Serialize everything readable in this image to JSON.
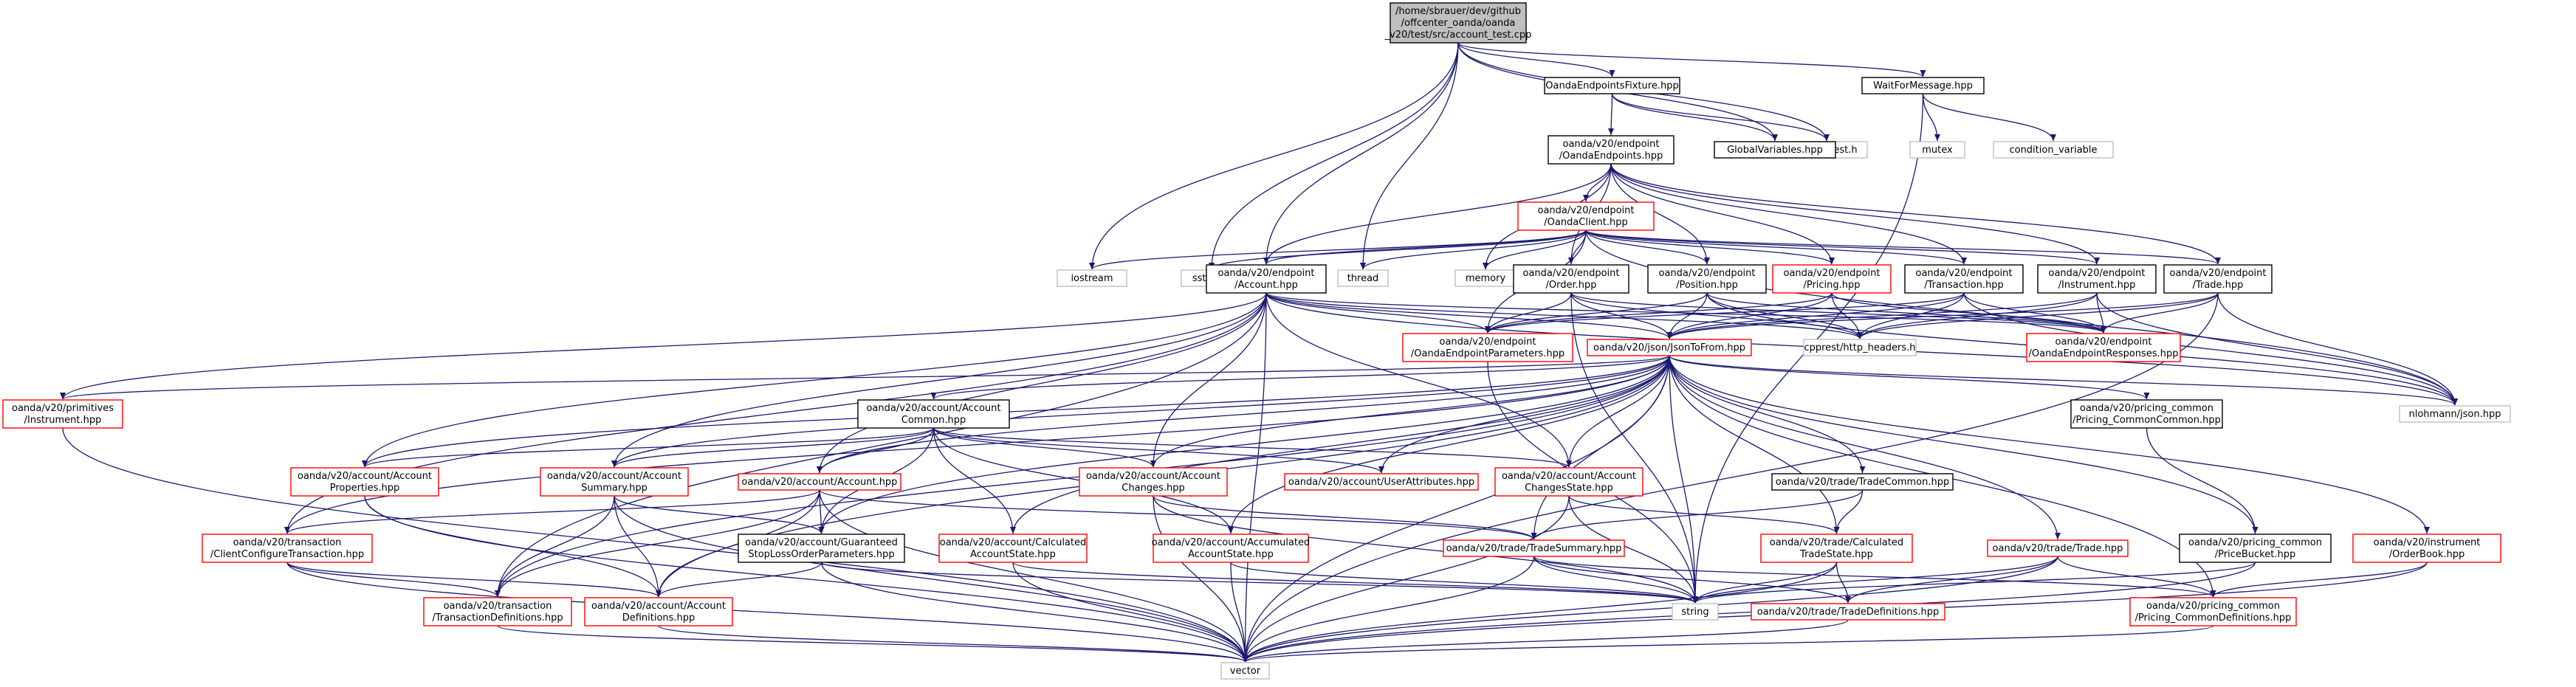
{
  "colors": {
    "edge": "#191970",
    "root_fill": "#bfbfbf",
    "root_border": "#000000",
    "normal_border": "#000000",
    "red_border": "#ff0000",
    "external_border": "#bfbfbf",
    "background": "#ffffff"
  },
  "nodes": [
    {
      "id": "root",
      "lines": [
        "/home/sbrauer/dev/github",
        "/offcenter_oanda/oanda",
        "_v20/test/src/account_test.cpp"
      ],
      "style": "root"
    },
    {
      "id": "fixture",
      "lines": [
        "OandaEndpointsFixture.hpp"
      ],
      "style": "normal"
    },
    {
      "id": "waitfor",
      "lines": [
        "WaitForMessage.hpp"
      ],
      "style": "normal"
    },
    {
      "id": "gtest",
      "lines": [
        "gtest/gtest.h"
      ],
      "style": "external"
    },
    {
      "id": "mutex",
      "lines": [
        "mutex"
      ],
      "style": "external"
    },
    {
      "id": "condvar",
      "lines": [
        "condition_variable"
      ],
      "style": "external"
    },
    {
      "id": "globalvars",
      "lines": [
        "GlobalVariables.hpp"
      ],
      "style": "normal"
    },
    {
      "id": "endpoints",
      "lines": [
        "oanda/v20/endpoint",
        "/OandaEndpoints.hpp"
      ],
      "style": "normal"
    },
    {
      "id": "client",
      "lines": [
        "oanda/v20/endpoint",
        "/OandaClient.hpp"
      ],
      "style": "red"
    },
    {
      "id": "iostream",
      "lines": [
        "iostream"
      ],
      "style": "external"
    },
    {
      "id": "sstream",
      "lines": [
        "sstream"
      ],
      "style": "external"
    },
    {
      "id": "ep_account",
      "lines": [
        "oanda/v20/endpoint",
        "/Account.hpp"
      ],
      "style": "normal"
    },
    {
      "id": "thread",
      "lines": [
        "thread"
      ],
      "style": "external"
    },
    {
      "id": "memory",
      "lines": [
        "memory"
      ],
      "style": "external"
    },
    {
      "id": "ep_order",
      "lines": [
        "oanda/v20/endpoint",
        "/Order.hpp"
      ],
      "style": "normal"
    },
    {
      "id": "ep_position",
      "lines": [
        "oanda/v20/endpoint",
        "/Position.hpp"
      ],
      "style": "normal"
    },
    {
      "id": "ep_pricing",
      "lines": [
        "oanda/v20/endpoint",
        "/Pricing.hpp"
      ],
      "style": "red"
    },
    {
      "id": "ep_transaction",
      "lines": [
        "oanda/v20/endpoint",
        "/Transaction.hpp"
      ],
      "style": "normal"
    },
    {
      "id": "ep_instrument",
      "lines": [
        "oanda/v20/endpoint",
        "/Instrument.hpp"
      ],
      "style": "normal"
    },
    {
      "id": "ep_trade",
      "lines": [
        "oanda/v20/endpoint",
        "/Trade.hpp"
      ],
      "style": "normal"
    },
    {
      "id": "ep_params",
      "lines": [
        "oanda/v20/endpoint",
        "/OandaEndpointParameters.hpp"
      ],
      "style": "red"
    },
    {
      "id": "jsontofrom",
      "lines": [
        "oanda/v20/json/JsonToFrom.hpp"
      ],
      "style": "red"
    },
    {
      "id": "cpprest",
      "lines": [
        "cpprest/http_headers.h"
      ],
      "style": "external"
    },
    {
      "id": "ep_responses",
      "lines": [
        "oanda/v20/endpoint",
        "/OandaEndpointResponses.hpp"
      ],
      "style": "red"
    },
    {
      "id": "nlohmann",
      "lines": [
        "nlohmann/json.hpp"
      ],
      "style": "external"
    },
    {
      "id": "prim_instrument",
      "lines": [
        "oanda/v20/primitives",
        "/Instrument.hpp"
      ],
      "style": "red"
    },
    {
      "id": "acc_common",
      "lines": [
        "oanda/v20/account/Account",
        "Common.hpp"
      ],
      "style": "normal"
    },
    {
      "id": "pricing_common",
      "lines": [
        "oanda/v20/pricing_common",
        "/Pricing_CommonCommon.hpp"
      ],
      "style": "normal"
    },
    {
      "id": "acc_properties",
      "lines": [
        "oanda/v20/account/Account",
        "Properties.hpp"
      ],
      "style": "red"
    },
    {
      "id": "acc_summary",
      "lines": [
        "oanda/v20/account/Account",
        "Summary.hpp"
      ],
      "style": "red"
    },
    {
      "id": "acc_account",
      "lines": [
        "oanda/v20/account/Account.hpp"
      ],
      "style": "red"
    },
    {
      "id": "acc_changes",
      "lines": [
        "oanda/v20/account/Account",
        "Changes.hpp"
      ],
      "style": "red"
    },
    {
      "id": "user_attributes",
      "lines": [
        "oanda/v20/account/UserAttributes.hpp"
      ],
      "style": "red"
    },
    {
      "id": "acc_changes_state",
      "lines": [
        "oanda/v20/account/Account",
        "ChangesState.hpp"
      ],
      "style": "red"
    },
    {
      "id": "trade_common",
      "lines": [
        "oanda/v20/trade/TradeCommon.hpp"
      ],
      "style": "normal"
    },
    {
      "id": "client_config",
      "lines": [
        "oanda/v20/transaction",
        "/ClientConfigureTransaction.hpp"
      ],
      "style": "red"
    },
    {
      "id": "guaranteed_sl",
      "lines": [
        "oanda/v20/account/Guaranteed",
        "StopLossOrderParameters.hpp"
      ],
      "style": "normal"
    },
    {
      "id": "acc_calculated",
      "lines": [
        "oanda/v20/account/Calculated",
        "AccountState.hpp"
      ],
      "style": "red"
    },
    {
      "id": "acc_accumulated",
      "lines": [
        "oanda/v20/account/Accumulated",
        "AccountState.hpp"
      ],
      "style": "red"
    },
    {
      "id": "trade_summary",
      "lines": [
        "oanda/v20/trade/TradeSummary.hpp"
      ],
      "style": "red"
    },
    {
      "id": "trade_calculated",
      "lines": [
        "oanda/v20/trade/Calculated",
        "TradeState.hpp"
      ],
      "style": "red"
    },
    {
      "id": "trade_trade",
      "lines": [
        "oanda/v20/trade/Trade.hpp"
      ],
      "style": "red"
    },
    {
      "id": "price_bucket",
      "lines": [
        "oanda/v20/pricing_common",
        "/PriceBucket.hpp"
      ],
      "style": "normal"
    },
    {
      "id": "order_book",
      "lines": [
        "oanda/v20/instrument",
        "/OrderBook.hpp"
      ],
      "style": "red"
    },
    {
      "id": "tx_definitions",
      "lines": [
        "oanda/v20/transaction",
        "/TransactionDefinitions.hpp"
      ],
      "style": "red"
    },
    {
      "id": "acc_definitions",
      "lines": [
        "oanda/v20/account/Account",
        "Definitions.hpp"
      ],
      "style": "red"
    },
    {
      "id": "string",
      "lines": [
        "string"
      ],
      "style": "external"
    },
    {
      "id": "trade_definitions",
      "lines": [
        "oanda/v20/trade/TradeDefinitions.hpp"
      ],
      "style": "red"
    },
    {
      "id": "pricing_defs",
      "lines": [
        "oanda/v20/pricing_common",
        "/Pricing_CommonDefinitions.hpp"
      ],
      "style": "red"
    },
    {
      "id": "vector",
      "lines": [
        "vector"
      ],
      "style": "external"
    }
  ],
  "edges": [
    [
      "root",
      "fixture"
    ],
    [
      "root",
      "waitfor"
    ],
    [
      "root",
      "gtest"
    ],
    [
      "root",
      "globalvars"
    ],
    [
      "root",
      "iostream"
    ],
    [
      "root",
      "sstream"
    ],
    [
      "root",
      "thread"
    ],
    [
      "root",
      "ep_account"
    ],
    [
      "fixture",
      "gtest"
    ],
    [
      "fixture",
      "globalvars"
    ],
    [
      "fixture",
      "endpoints"
    ],
    [
      "waitfor",
      "mutex"
    ],
    [
      "waitfor",
      "condvar"
    ],
    [
      "waitfor",
      "string"
    ],
    [
      "endpoints",
      "client"
    ],
    [
      "endpoints",
      "ep_account"
    ],
    [
      "endpoints",
      "memory"
    ],
    [
      "endpoints",
      "ep_order"
    ],
    [
      "endpoints",
      "ep_position"
    ],
    [
      "endpoints",
      "ep_pricing"
    ],
    [
      "endpoints",
      "ep_transaction"
    ],
    [
      "endpoints",
      "ep_instrument"
    ],
    [
      "endpoints",
      "ep_trade"
    ],
    [
      "client",
      "iostream"
    ],
    [
      "client",
      "sstream"
    ],
    [
      "client",
      "thread"
    ],
    [
      "client",
      "memory"
    ],
    [
      "client",
      "ep_account"
    ],
    [
      "client",
      "ep_order"
    ],
    [
      "client",
      "ep_position"
    ],
    [
      "client",
      "ep_pricing"
    ],
    [
      "client",
      "ep_transaction"
    ],
    [
      "client",
      "ep_instrument"
    ],
    [
      "client",
      "ep_trade"
    ],
    [
      "client",
      "ep_params"
    ],
    [
      "client",
      "nlohmann"
    ],
    [
      "ep_account",
      "ep_params"
    ],
    [
      "ep_account",
      "jsontofrom"
    ],
    [
      "ep_account",
      "cpprest"
    ],
    [
      "ep_account",
      "ep_responses"
    ],
    [
      "ep_account",
      "nlohmann"
    ],
    [
      "ep_account",
      "prim_instrument"
    ],
    [
      "ep_account",
      "acc_properties"
    ],
    [
      "ep_account",
      "acc_summary"
    ],
    [
      "ep_account",
      "acc_account"
    ],
    [
      "ep_account",
      "acc_changes"
    ],
    [
      "ep_account",
      "acc_changes_state"
    ],
    [
      "ep_account",
      "client_config"
    ],
    [
      "ep_account",
      "tx_definitions"
    ],
    [
      "ep_account",
      "vector"
    ],
    [
      "ep_order",
      "ep_params"
    ],
    [
      "ep_order",
      "jsontofrom"
    ],
    [
      "ep_order",
      "cpprest"
    ],
    [
      "ep_order",
      "ep_responses"
    ],
    [
      "ep_order",
      "string"
    ],
    [
      "ep_position",
      "ep_params"
    ],
    [
      "ep_position",
      "jsontofrom"
    ],
    [
      "ep_position",
      "cpprest"
    ],
    [
      "ep_position",
      "ep_responses"
    ],
    [
      "ep_position",
      "nlohmann"
    ],
    [
      "ep_pricing",
      "ep_params"
    ],
    [
      "ep_pricing",
      "jsontofrom"
    ],
    [
      "ep_pricing",
      "cpprest"
    ],
    [
      "ep_pricing",
      "ep_responses"
    ],
    [
      "ep_transaction",
      "ep_params"
    ],
    [
      "ep_transaction",
      "jsontofrom"
    ],
    [
      "ep_transaction",
      "cpprest"
    ],
    [
      "ep_transaction",
      "ep_responses"
    ],
    [
      "ep_transaction",
      "nlohmann"
    ],
    [
      "ep_instrument",
      "jsontofrom"
    ],
    [
      "ep_instrument",
      "cpprest"
    ],
    [
      "ep_instrument",
      "ep_responses"
    ],
    [
      "ep_instrument",
      "nlohmann"
    ],
    [
      "ep_trade",
      "jsontofrom"
    ],
    [
      "ep_trade",
      "cpprest"
    ],
    [
      "ep_trade",
      "ep_responses"
    ],
    [
      "ep_trade",
      "nlohmann"
    ],
    [
      "ep_trade",
      "vector"
    ],
    [
      "ep_params",
      "string"
    ],
    [
      "jsontofrom",
      "nlohmann"
    ],
    [
      "jsontofrom",
      "prim_instrument"
    ],
    [
      "jsontofrom",
      "acc_common"
    ],
    [
      "jsontofrom",
      "pricing_common"
    ],
    [
      "jsontofrom",
      "acc_properties"
    ],
    [
      "jsontofrom",
      "acc_summary"
    ],
    [
      "jsontofrom",
      "acc_account"
    ],
    [
      "jsontofrom",
      "acc_changes"
    ],
    [
      "jsontofrom",
      "user_attributes"
    ],
    [
      "jsontofrom",
      "acc_changes_state"
    ],
    [
      "jsontofrom",
      "trade_common"
    ],
    [
      "jsontofrom",
      "client_config"
    ],
    [
      "jsontofrom",
      "guaranteed_sl"
    ],
    [
      "jsontofrom",
      "acc_calculated"
    ],
    [
      "jsontofrom",
      "acc_accumulated"
    ],
    [
      "jsontofrom",
      "trade_summary"
    ],
    [
      "jsontofrom",
      "trade_calculated"
    ],
    [
      "jsontofrom",
      "trade_trade"
    ],
    [
      "jsontofrom",
      "price_bucket"
    ],
    [
      "jsontofrom",
      "order_book"
    ],
    [
      "jsontofrom",
      "tx_definitions"
    ],
    [
      "jsontofrom",
      "acc_definitions"
    ],
    [
      "jsontofrom",
      "string"
    ],
    [
      "jsontofrom",
      "pricing_defs"
    ],
    [
      "jsontofrom",
      "vector"
    ],
    [
      "prim_instrument",
      "vector"
    ],
    [
      "acc_common",
      "acc_properties"
    ],
    [
      "acc_common",
      "acc_summary"
    ],
    [
      "acc_common",
      "acc_account"
    ],
    [
      "acc_common",
      "acc_changes"
    ],
    [
      "acc_common",
      "user_attributes"
    ],
    [
      "acc_common",
      "acc_changes_state"
    ],
    [
      "acc_common",
      "guaranteed_sl"
    ],
    [
      "acc_common",
      "acc_calculated"
    ],
    [
      "acc_common",
      "acc_accumulated"
    ],
    [
      "pricing_common",
      "price_bucket"
    ],
    [
      "acc_properties",
      "acc_definitions"
    ],
    [
      "acc_properties",
      "vector"
    ],
    [
      "acc_summary",
      "guaranteed_sl"
    ],
    [
      "acc_summary",
      "tx_definitions"
    ],
    [
      "acc_summary",
      "acc_definitions"
    ],
    [
      "acc_summary",
      "vector"
    ],
    [
      "acc_account",
      "client_config"
    ],
    [
      "acc_account",
      "guaranteed_sl"
    ],
    [
      "acc_account",
      "trade_summary"
    ],
    [
      "acc_account",
      "tx_definitions"
    ],
    [
      "acc_account",
      "acc_definitions"
    ],
    [
      "acc_account",
      "vector"
    ],
    [
      "acc_changes",
      "trade_summary"
    ],
    [
      "acc_changes",
      "string"
    ],
    [
      "acc_changes",
      "vector"
    ],
    [
      "acc_changes_state",
      "trade_calculated"
    ],
    [
      "acc_changes_state",
      "string"
    ],
    [
      "acc_changes_state",
      "vector"
    ],
    [
      "trade_common",
      "trade_summary"
    ],
    [
      "trade_common",
      "trade_calculated"
    ],
    [
      "client_config",
      "tx_definitions"
    ],
    [
      "client_config",
      "acc_definitions"
    ],
    [
      "client_config",
      "vector"
    ],
    [
      "guaranteed_sl",
      "acc_definitions"
    ],
    [
      "guaranteed_sl",
      "string"
    ],
    [
      "guaranteed_sl",
      "vector"
    ],
    [
      "acc_calculated",
      "string"
    ],
    [
      "acc_calculated",
      "vector"
    ],
    [
      "acc_accumulated",
      "string"
    ],
    [
      "acc_accumulated",
      "vector"
    ],
    [
      "trade_summary",
      "string"
    ],
    [
      "trade_summary",
      "trade_definitions"
    ],
    [
      "trade_summary",
      "pricing_defs"
    ],
    [
      "trade_summary",
      "vector"
    ],
    [
      "trade_calculated",
      "string"
    ],
    [
      "trade_calculated",
      "trade_definitions"
    ],
    [
      "trade_calculated",
      "vector"
    ],
    [
      "trade_trade",
      "string"
    ],
    [
      "trade_trade",
      "trade_definitions"
    ],
    [
      "trade_trade",
      "pricing_defs"
    ],
    [
      "trade_trade",
      "vector"
    ],
    [
      "price_bucket",
      "string"
    ],
    [
      "price_bucket",
      "vector"
    ],
    [
      "order_book",
      "pricing_defs"
    ],
    [
      "order_book",
      "vector"
    ],
    [
      "tx_definitions",
      "vector"
    ],
    [
      "acc_definitions",
      "vector"
    ],
    [
      "trade_definitions",
      "vector"
    ],
    [
      "pricing_defs",
      "vector"
    ]
  ]
}
